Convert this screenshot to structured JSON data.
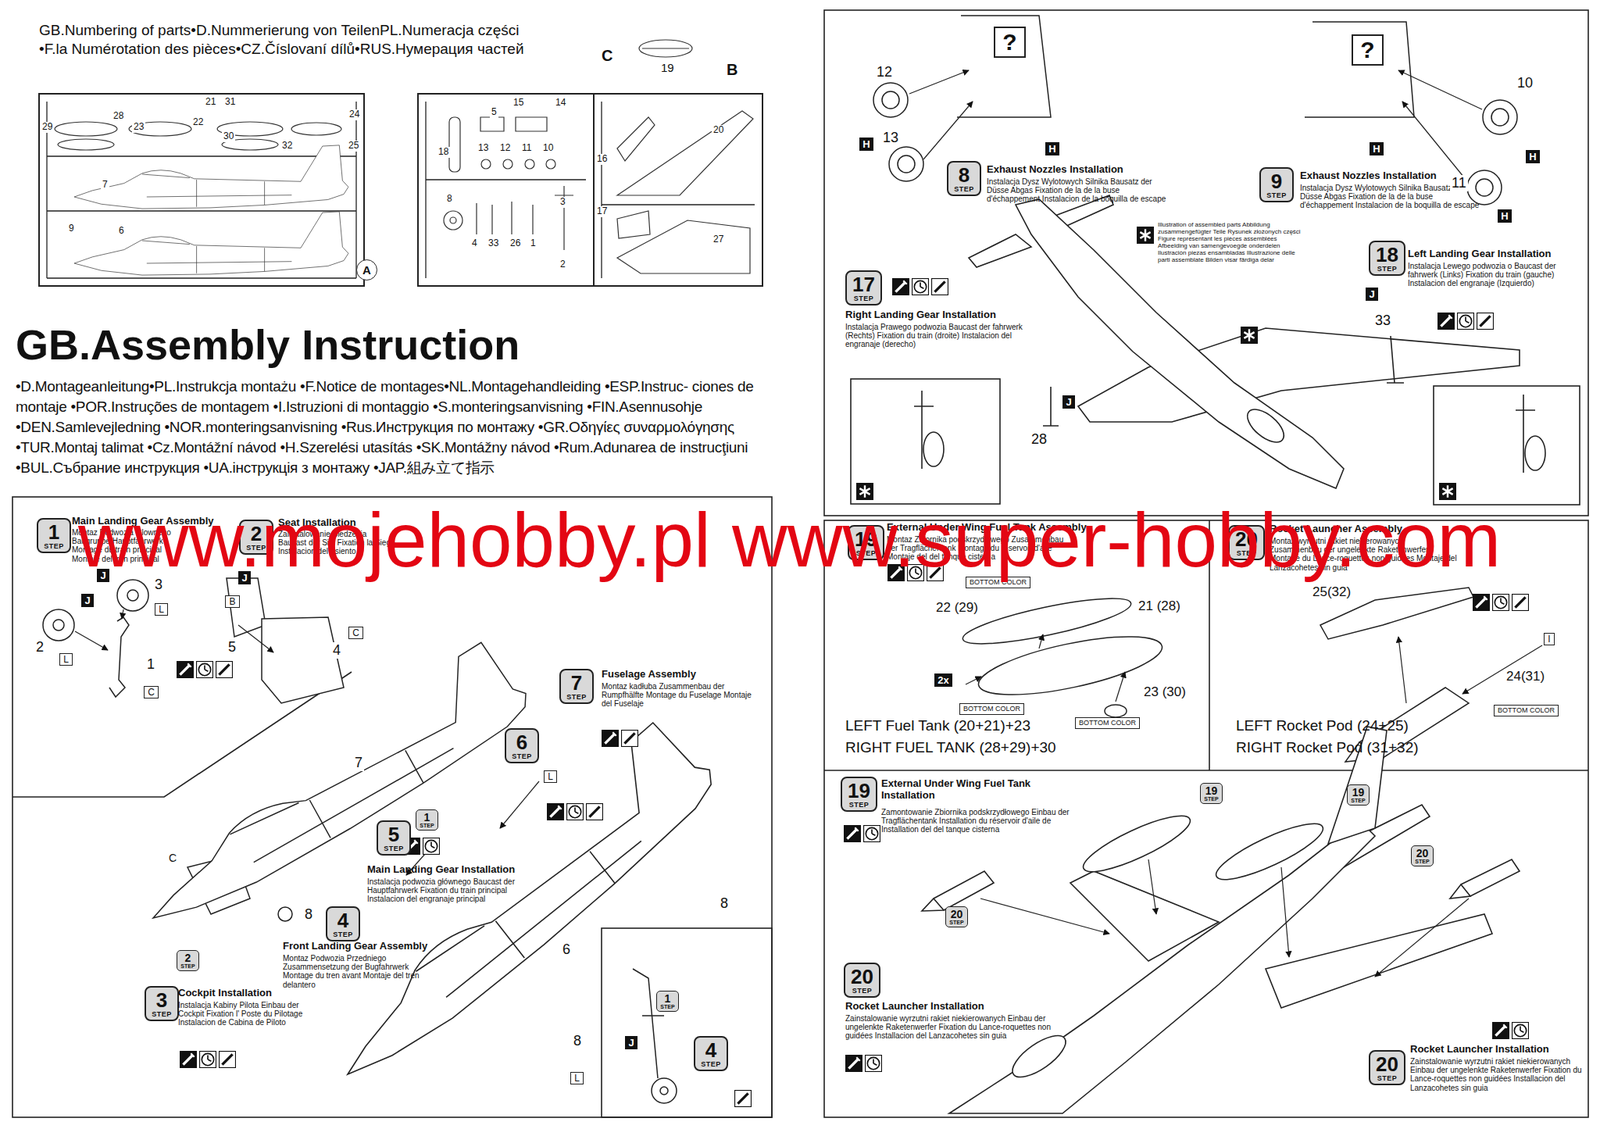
{
  "diagram": {
    "title": "GB.Assembly Instruction",
    "nodes": [
      {
        "text": [
          "A"
        ]
      },
      {
        "text": [
          "1",
          "STEP"
        ]
      },
      {
        "text": [
          "J"
        ]
      },
      {
        "text": [
          "J"
        ]
      },
      {
        "text": [
          "L"
        ]
      },
      {
        "text": [
          "L"
        ]
      },
      {
        "text": [
          "C"
        ]
      },
      {
        "text": [
          "2",
          "STEP"
        ]
      },
      {
        "text": [
          "J"
        ]
      },
      {
        "text": [
          "B"
        ]
      },
      {
        "text": [
          "C"
        ]
      },
      {
        "text": [
          "7",
          "STEP"
        ]
      },
      {
        "text": [
          "6",
          "STEP"
        ]
      },
      {
        "text": [
          "L"
        ]
      },
      {
        "text": [
          "1",
          "STEP"
        ]
      },
      {
        "text": [
          "5",
          "STEP"
        ]
      },
      {
        "text": [
          "4",
          "STEP"
        ]
      },
      {
        "text": [
          "2",
          "STEP"
        ]
      },
      {
        "text": [
          "3",
          "STEP"
        ]
      },
      {
        "text": [
          "1",
          "STEP"
        ]
      },
      {
        "text": [
          "J"
        ]
      },
      {
        "text": [
          "L"
        ]
      },
      {
        "text": [
          "4",
          "STEP"
        ]
      },
      {
        "text": [
          "?"
        ]
      },
      {
        "text": [
          "?"
        ]
      },
      {
        "text": [
          "H"
        ]
      },
      {
        "text": [
          "H"
        ]
      },
      {
        "text": [
          "8",
          "STEP"
        ]
      },
      {
        "text": [
          "H"
        ]
      },
      {
        "text": [
          "H"
        ]
      },
      {
        "text": [
          "H"
        ]
      },
      {
        "text": [
          "9",
          "STEP"
        ]
      },
      {
        "text": [
          "17",
          "STEP"
        ]
      },
      {
        "text": [
          "J"
        ]
      },
      {
        "text": [
          "18",
          "STEP"
        ]
      },
      {
        "text": [
          "J"
        ]
      },
      {
        "text": [
          "19",
          "STEP"
        ]
      },
      {
        "text": [
          "20",
          "STEP"
        ]
      },
      {
        "text": [
          "BOTTOM COLOR"
        ]
      },
      {
        "text": [
          "2x"
        ]
      },
      {
        "text": [
          "BOTTOM COLOR"
        ]
      },
      {
        "text": [
          "BOTTOM COLOR"
        ]
      },
      {
        "text": [
          "I"
        ]
      },
      {
        "text": [
          "BOTTOM COLOR"
        ]
      },
      {
        "text": [
          "19",
          "STEP"
        ]
      },
      {
        "text": [
          "19",
          "STEP"
        ]
      },
      {
        "text": [
          "19",
          "STEP"
        ]
      },
      {
        "text": [
          "20",
          "STEP"
        ]
      },
      {
        "text": [
          "20",
          "STEP"
        ]
      },
      {
        "text": [
          "20",
          "STEP"
        ]
      },
      {
        "text": [
          "20",
          "STEP"
        ]
      }
    ],
    "labels": [
      "GB.Numbering of parts•D.Nummerierung von TeilenPL.Numeracja części",
      "•F.la Numérotation des pièces•CZ.Číslovaní dílů•RUS.Нумерация частей",
      "C",
      "19",
      "B",
      "21",
      "31",
      "28",
      "29",
      "23",
      "22",
      "30",
      "24",
      "25",
      "32",
      "7",
      "9",
      "6",
      "15",
      "14",
      "5",
      "18",
      "13",
      "12",
      "11",
      "10",
      "8",
      "3",
      "4",
      "33",
      "26",
      "1",
      "2",
      "20",
      "16",
      "17",
      "27",
      "•D.Montageanleitung•PL.Instrukcja montażu •F.Notice de montages•NL.Montagehandleiding •ESP.Instruc- ciones de montaje •POR.Instruções de montagem •I.Istruzioni di montaggio •S.monteringsanvisning •FIN.Asennusohje •DEN.Samlevejledning •NOR.monteringsanvisning •Rus.Инструкция по монтажу •GR.Οδηγίες συναρμολόγησης •TUR.Montaj talimat •Cz.Montážní návod •H.Szerelési utasítás •SK.Montážny návod •Rum.Adunarea de instrucţiuni •BUL.Събрание инструкция •UA.інструкція з монтажу •JAP.組み立て指示",
      "www.mojehobby.pl www.super-hobby.com",
      "Main Landing Gear Assembly",
      "Montaz Podwozia Glownego Baugruppe Hauptfahrwerk Montage du train principal Montaje del tren principal",
      "Seat Installation",
      "Zainstalowanie Siedzenia Baucast der Sitz Fixation la Siege Instalacion del Asiento",
      "Fuselage Assembly",
      "Montaz kadłuba Zusammenbau der Rumpfhälfte Montage du Fuselage Montaje del Fuselaje",
      "Main Landing Gear Installation",
      "Instalacja podwozia głównego Baucast der Hauptfahrwerk Fixation du train principal Instalacion del engranaje principal",
      "Front Landing Gear Assembly",
      "Montaz Podwozia Przedniego Zusammensetzung der Bugfahrwerk Montage du tren avant Montaje del tren delantero",
      "Cockpit Installation",
      "Instalacja Kabiny Pilota Einbau der Cockpit Fixation l' Poste du Pilotage Instalacion de Cabina de Piloto",
      "3",
      "2",
      "1",
      "5",
      "4",
      "7",
      "C",
      "8",
      "6",
      "8",
      "8",
      "Exhaust Nozzles Installation",
      "Instalacja Dysz Wylotowych Silnika Bausatz der Düsse Abgas Fixation de la de la buse d'échappement Instalacion de la boquilla de escape",
      "Exhaust Nozzles Installation",
      "Instalacja Dysz Wylotowych Silnika Bausatz der Düsse Abgas Fixation de la de la buse d'échappement Instalacion de la boquilla de escape",
      "Illustration of assembled parts Abbildung zusammengefügter Teile Rysunek złożonych części Figure représentant les pièces assemblées Afbeelding van samengevoegde onderdelen Ilustración piezas ensambladas Illustrazione delle parti assemblate Bilden visar färdiga delar",
      "Right Landing Gear Installation",
      "Instalacja Prawego podwozia Baucast der fahrwerk (Rechts) Fixation du train (droite) Instalacion del engranaje (derecho)",
      "Left Landing Gear Installation",
      "Instalacja Lewego podwozia o Baucast der fahrwerk (Links) Fixation du train (gauche) Instalacion del engranaje (Izquierdo)",
      "12",
      "13",
      "10",
      "11",
      "28",
      "33",
      "External Under Wing Fuel Tank Assembly",
      "Montaz Zbiornika podskrzydłowego Zusammenbau der Tragflächentank Montage du réservoir d'aile Montaje del del tanque cisterna",
      "Rocket Launcher Assembly",
      "Montaz wyrzutni rakiet niekierowanych Zusammenbau der ungelenkte Raketenwerfer Montage du Lance-roquettes non guidées Montaje del Lanzacohetes sin guia",
      "22 (29)",
      "21 (28)",
      "23 (30)",
      "LEFT Fuel Tank (20+21)+23",
      "RIGHT FUEL TANK (28+29)+30",
      "25(32)",
      "24(31)",
      "LEFT Rocket Pod (24+25)",
      "RIGHT Rocket Pod (31+32)",
      "External Under Wing Fuel Tank Installation",
      "Zamontowanie Zbiornika podskrzydłowego Einbau der Tragflächentank Installation du réservoir d'aile de Installation del del tanque cisterna",
      "Rocket Launcher Installation",
      "Zainstalowanie wyrzutni rakiet niekierowanych Einbau der ungelenkte Raketenwerfer Fixation du Lance-roquettes non guidées Installacion del Lanzacohetes sin guia",
      "Rocket Launcher Installation",
      "Zainstalowanie wyrzutni rakiet niekierowanych Einbau der ungelenkte Raketenwerfer Fixation du Lance-roquettes non guidées Installacion del Lanzacohetes sin guia"
    ]
  }
}
